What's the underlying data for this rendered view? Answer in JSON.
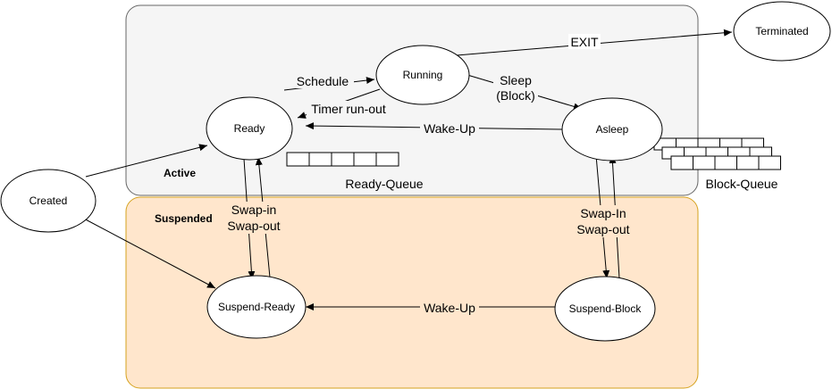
{
  "regions": {
    "active": {
      "title": "Active",
      "fill": "#f5f5f5",
      "stroke": "#666666"
    },
    "suspended": {
      "title": "Suspended",
      "fill": "#ffe6cc",
      "stroke": "#d6a21e"
    }
  },
  "states": {
    "created": "Created",
    "ready": "Ready",
    "running": "Running",
    "asleep": "Asleep",
    "terminated": "Terminated",
    "suspend_ready": "Suspend-Ready",
    "suspend_block": "Suspend-Block"
  },
  "transitions": {
    "schedule": "Schedule",
    "timer_run_out": "Timer run-out",
    "exit": "EXIT",
    "sleep_line1": "Sleep",
    "sleep_line2": "(Block)",
    "wake_up_active": "Wake-Up",
    "wake_up_suspended": "Wake-Up",
    "swap_in_ready": "Swap-in",
    "swap_out_ready": "Swap-out",
    "swap_in_block": "Swap-In",
    "swap_out_block": "Swap-out"
  },
  "queues": {
    "ready_queue": "Ready-Queue",
    "block_queue": "Block-Queue"
  }
}
